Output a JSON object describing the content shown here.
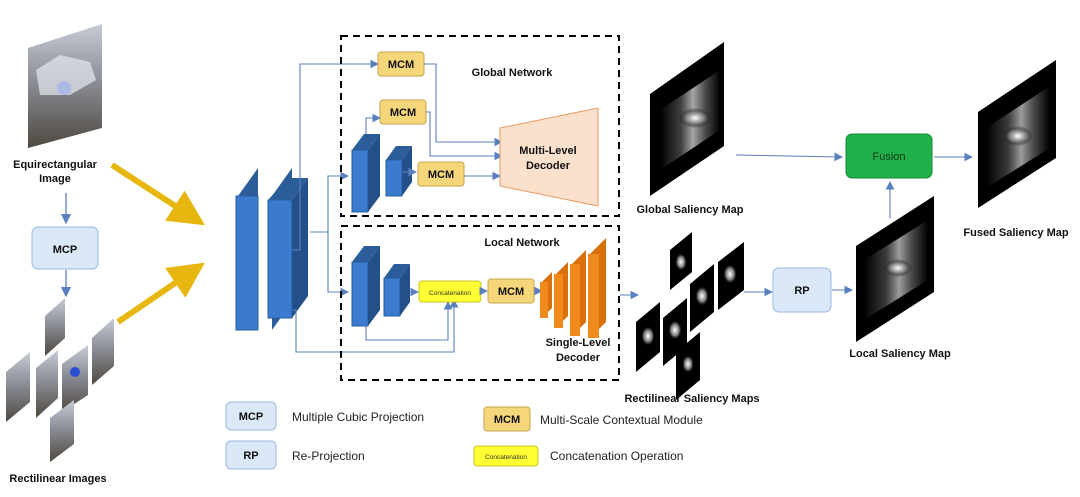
{
  "inputs": {
    "equirect_label_line1": "Equirectangular",
    "equirect_label_line2": "Image",
    "rectilinear_label": "Rectilinear Images"
  },
  "modules": {
    "mcp": "MCP",
    "rp": "RP",
    "mcm": "MCM",
    "concat": "Concatenation",
    "fusion": "Fusion"
  },
  "networks": {
    "global_title": "Global Network",
    "local_title": "Local Network",
    "multi_decoder_line1": "Multi-Level",
    "multi_decoder_line2": "Decoder",
    "single_decoder_line1": "Single-Level",
    "single_decoder_line2": "Decoder"
  },
  "outputs": {
    "global_map": "Global Saliency Map",
    "rect_maps": "Rectilinear Saliency Maps",
    "local_map": "Local Saliency Map",
    "fused_map": "Fused Saliency Map"
  },
  "legend": {
    "mcp_desc": "Multiple Cubic Projection",
    "rp_desc": "Re-Projection",
    "mcm_desc": "Multi-Scale Contextual Module",
    "concat_desc": "Concatenation Operation"
  },
  "colors": {
    "blue_block": "#2e6fb5",
    "mcm_fill": "#f5d67a",
    "concat_fill": "#ffff33",
    "decoder_orange": "#f08a1c",
    "decoder_light": "#fbe0cc",
    "fusion_green": "#22b04b",
    "module_blue": "#dbe8f7",
    "arrow_yellow": "#e8b70f",
    "line_blue": "#5a80c0"
  }
}
